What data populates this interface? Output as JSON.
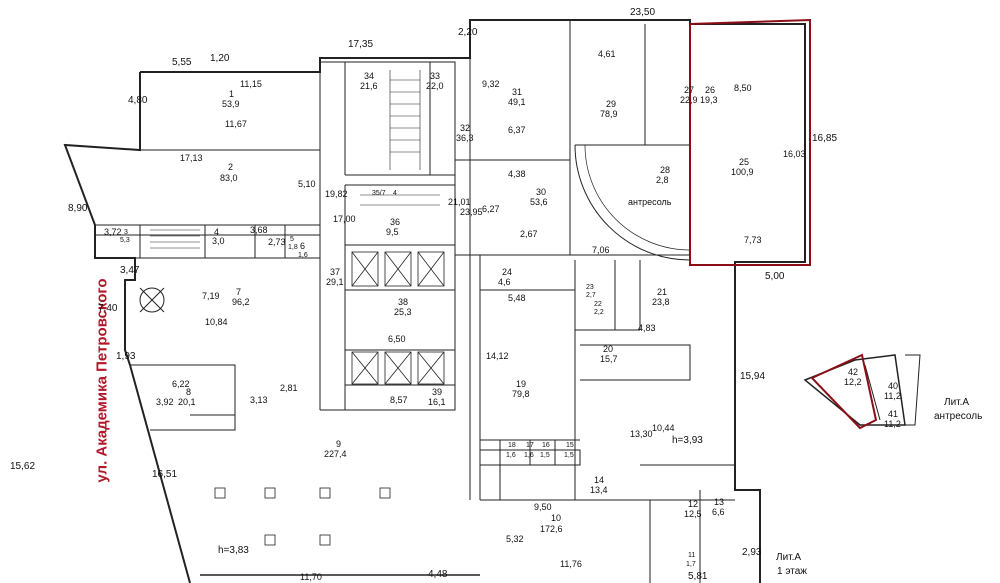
{
  "street": "ул. Академика Петровского",
  "ceiling_heights": [
    "h=3,93",
    "h=3,83"
  ],
  "mezzanine_note": "антресоль",
  "legend": [
    {
      "line1": "Лит.А",
      "line2": "антресоль"
    },
    {
      "line1": "Лит.А",
      "line2": "1 этаж"
    }
  ],
  "dims": {
    "top_2350": "23,50",
    "top_1735": "17,35",
    "top_220": "2,20",
    "top_555": "5,55",
    "top_120": "1,20",
    "top_1115": "11,15",
    "left_480": "4,80",
    "r1_1167": "11,67",
    "d_1713": "17,13",
    "d_510": "5,10",
    "d_890": "8,90",
    "d_372": "3,72",
    "d_347": "3,47",
    "d_740": "7,40",
    "d_193": "1,93",
    "d_1562": "15,62",
    "d_1651": "16,51",
    "d_1982": "19,82",
    "d_1700": "17,00",
    "d_2101": "21,01",
    "d_2395": "23,95",
    "d_1685": "16,85",
    "d_500": "5,00",
    "d_1594": "15,94",
    "d_1412": "14,12",
    "d_1330": "13,30",
    "d_1170": "11,70",
    "d_448": "4,48",
    "d_581": "5,81",
    "d_293": "2,93",
    "d_1176": "11,76",
    "d_1044": "10,44",
    "d_650": "6,50",
    "d_857": "8,57",
    "d_950": "9,50",
    "d_532": "5,32",
    "d_706": "7,06",
    "d_773": "7,73",
    "d_603": "16,03",
    "d_850": "8,50",
    "d_461": "4,61",
    "d_932": "9,32",
    "d_637": "6,37",
    "d_438": "4,38",
    "d_627": "6,27",
    "d_267": "2,67",
    "d_1084": "10,84",
    "d_719": "7,19",
    "d_368": "3,68",
    "d_273": "2,73",
    "d_313": "3,13",
    "d_281": "2,81",
    "d_392": "3,92",
    "d_622": "6,22",
    "d_548": "5,48",
    "d_483": "4,83"
  },
  "rooms": [
    {
      "n": "1",
      "a": "53,9"
    },
    {
      "n": "2",
      "a": "83,0"
    },
    {
      "n": "3",
      "a": "5,3"
    },
    {
      "n": "4",
      "a": "3,0"
    },
    {
      "n": "5",
      "a": "1,8"
    },
    {
      "n": "6",
      "a": "1,6"
    },
    {
      "n": "7",
      "a": "96,2"
    },
    {
      "n": "8",
      "a": "20,1"
    },
    {
      "n": "9",
      "a": "227,4"
    },
    {
      "n": "10",
      "a": "172,6"
    },
    {
      "n": "11",
      "a": "1,7"
    },
    {
      "n": "12",
      "a": "12,5"
    },
    {
      "n": "13",
      "a": "6,6"
    },
    {
      "n": "14",
      "a": "13,4"
    },
    {
      "n": "15",
      "a": "1,5"
    },
    {
      "n": "16",
      "a": "1,5"
    },
    {
      "n": "17",
      "a": "1,6"
    },
    {
      "n": "18",
      "a": "1,6"
    },
    {
      "n": "19",
      "a": "79,8"
    },
    {
      "n": "20",
      "a": "15,7"
    },
    {
      "n": "21",
      "a": "23,8"
    },
    {
      "n": "22",
      "a": "2,2"
    },
    {
      "n": "23",
      "a": "2,7"
    },
    {
      "n": "24",
      "a": "4,6"
    },
    {
      "n": "25",
      "a": "100,9"
    },
    {
      "n": "26",
      "a": "19,3"
    },
    {
      "n": "27",
      "a": "22,9"
    },
    {
      "n": "28",
      "a": "2,8"
    },
    {
      "n": "29",
      "a": "78,9"
    },
    {
      "n": "30",
      "a": "53,6"
    },
    {
      "n": "31",
      "a": "49,1"
    },
    {
      "n": "32",
      "a": "36,3"
    },
    {
      "n": "33",
      "a": "22,0"
    },
    {
      "n": "34",
      "a": "21,6"
    },
    {
      "n": "35/7",
      "a": "4"
    },
    {
      "n": "36",
      "a": "9,5"
    },
    {
      "n": "37",
      "a": "29,1"
    },
    {
      "n": "38",
      "a": "25,3"
    },
    {
      "n": "39",
      "a": "16,1"
    },
    {
      "n": "40",
      "a": "11,2"
    },
    {
      "n": "41",
      "a": "11,2"
    },
    {
      "n": "42",
      "a": "12,2"
    }
  ]
}
